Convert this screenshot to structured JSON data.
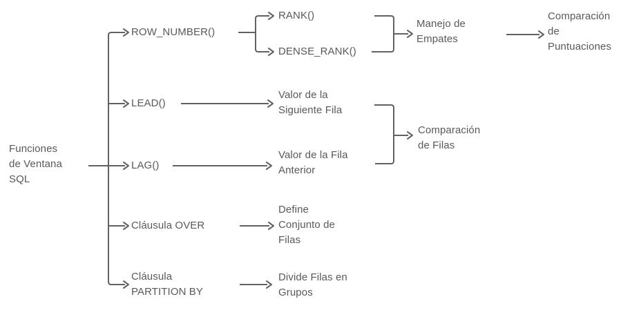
{
  "nodes": {
    "root": {
      "label": "Funciones\nde Ventana\nSQL"
    },
    "row_number": {
      "label": "ROW_NUMBER()"
    },
    "rank": {
      "label": "RANK()"
    },
    "dense_rank": {
      "label": "DENSE_RANK()"
    },
    "manejo_empates": {
      "label": "Manejo de\nEmpates"
    },
    "comparacion_puntuaciones": {
      "label": "Comparación\nde\nPuntuaciones"
    },
    "lead": {
      "label": "LEAD()"
    },
    "valor_siguiente_fila": {
      "label": "Valor de la\nSiguiente Fila"
    },
    "lag": {
      "label": "LAG()"
    },
    "valor_fila_anterior": {
      "label": "Valor de la Fila\nAnterior"
    },
    "comparacion_filas": {
      "label": "Comparación\nde Filas"
    },
    "clausula_over": {
      "label": "Cláusula OVER"
    },
    "define_conjunto_filas": {
      "label": "Define\nConjunto de\nFilas"
    },
    "clausula_partition_by": {
      "label": "Cláusula\nPARTITION BY"
    },
    "divide_filas_grupos": {
      "label": "Divide Filas en\nGrupos"
    }
  },
  "edges": [
    {
      "from": "root",
      "to": "row_number"
    },
    {
      "from": "root",
      "to": "lead"
    },
    {
      "from": "root",
      "to": "lag"
    },
    {
      "from": "root",
      "to": "clausula_over"
    },
    {
      "from": "root",
      "to": "clausula_partition_by"
    },
    {
      "from": "row_number",
      "to": "rank"
    },
    {
      "from": "row_number",
      "to": "dense_rank"
    },
    {
      "from": "rank",
      "to": "manejo_empates"
    },
    {
      "from": "dense_rank",
      "to": "manejo_empates"
    },
    {
      "from": "manejo_empates",
      "to": "comparacion_puntuaciones"
    },
    {
      "from": "lead",
      "to": "valor_siguiente_fila"
    },
    {
      "from": "lag",
      "to": "valor_fila_anterior"
    },
    {
      "from": "valor_siguiente_fila",
      "to": "comparacion_filas"
    },
    {
      "from": "valor_fila_anterior",
      "to": "comparacion_filas"
    },
    {
      "from": "clausula_over",
      "to": "define_conjunto_filas"
    },
    {
      "from": "clausula_partition_by",
      "to": "divide_filas_grupos"
    }
  ],
  "colors": {
    "text": "#58595b",
    "line": "#606164",
    "background": "#ffffff"
  }
}
